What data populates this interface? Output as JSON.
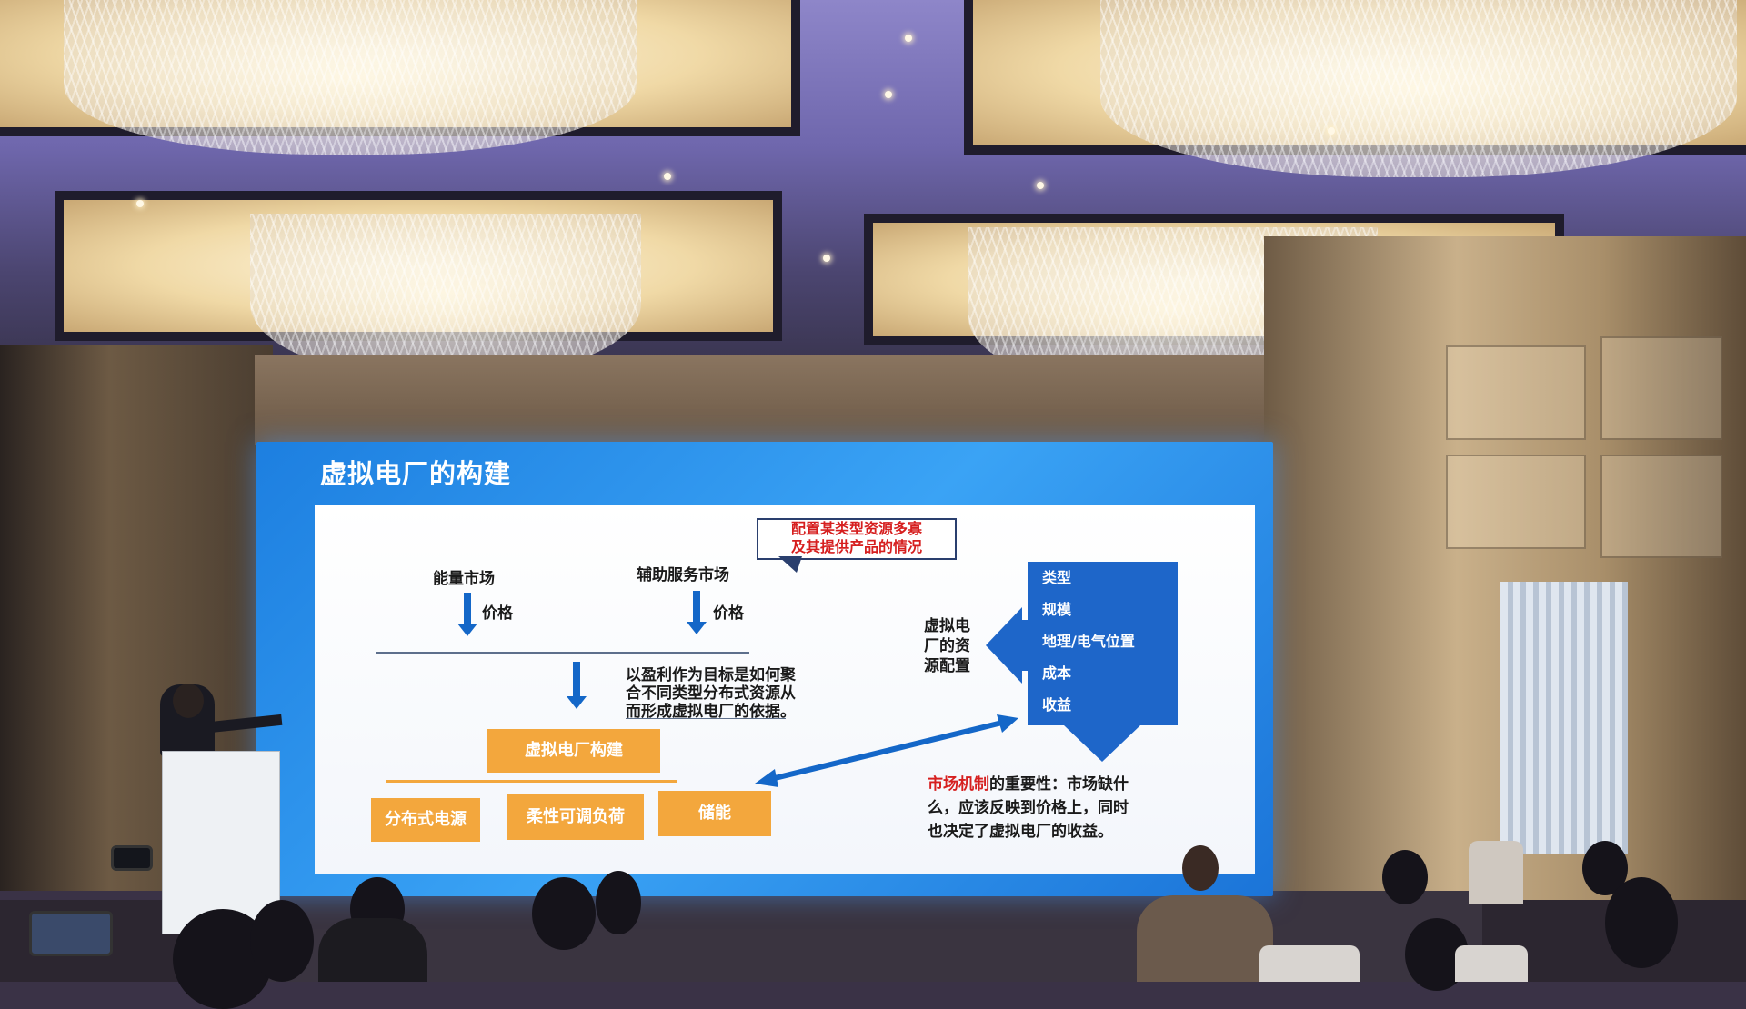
{
  "slide": {
    "title": "虚拟电厂的构建",
    "callout_line1": "配置某类型资源多寡",
    "callout_line2": "及其提供产品的情况",
    "energy_market": "能量市场",
    "ancillary_market": "辅助服务市场",
    "price_1": "价格",
    "price_2": "价格",
    "goal_line1": "以盈利作为目标是如何聚",
    "goal_line2": "合不同类型分布式资源从",
    "goal_line3": "而形成虚拟电厂的依据。",
    "vpp_build": "虚拟电厂构建",
    "distributed_power": "分布式电源",
    "flexible_load": "柔性可调负荷",
    "storage": "储能",
    "resource_config_line1": "虚拟电",
    "resource_config_line2": "厂的资",
    "resource_config_line3": "源配置",
    "attributes": [
      "类型",
      "规模",
      "地理/电气位置",
      "成本",
      "收益"
    ],
    "market_mechanism": "市场机制",
    "market_line1_rest": "的重要性：市场缺什",
    "market_line2": "么，应该反映到价格上，同时",
    "market_line3": "也决定了虚拟电厂的收益。"
  },
  "colors": {
    "screen_blue": "#2a8ff0",
    "box_blue": "#1e66c9",
    "orange": "#f3a73d",
    "red": "#d61f1f"
  }
}
